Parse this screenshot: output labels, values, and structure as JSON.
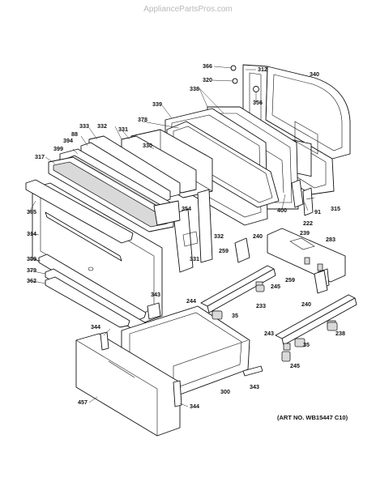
{
  "watermark": "AppliancePartsPros.com",
  "art_no": "(ART NO. WB15447 C10)",
  "parts": {
    "p366": "366",
    "p312": "312",
    "p340": "340",
    "p320": "320",
    "p338": "338",
    "p356": "356",
    "p339": "339",
    "p378": "378",
    "p333": "333",
    "p332a": "332",
    "p331a": "331",
    "p88": "88",
    "p394": "394",
    "p399": "399",
    "p317": "317",
    "p330": "330",
    "p365": "365",
    "p354": "354",
    "p400": "400",
    "p91": "91",
    "p315": "315",
    "p222": "222",
    "p314": "314",
    "p332b": "332",
    "p331b": "331",
    "p240a": "240",
    "p239": "239",
    "p283": "283",
    "p259a": "259",
    "p359": "359",
    "p379": "379",
    "p362": "362",
    "p244": "244",
    "p245a": "245",
    "p233": "233",
    "p259b": "259",
    "p240b": "240",
    "p343a": "343",
    "p35a": "35",
    "p243": "243",
    "p238": "238",
    "p35b": "35",
    "p344a": "344",
    "p245b": "245",
    "p457": "457",
    "p300": "300",
    "p343b": "343",
    "p344b": "344"
  }
}
